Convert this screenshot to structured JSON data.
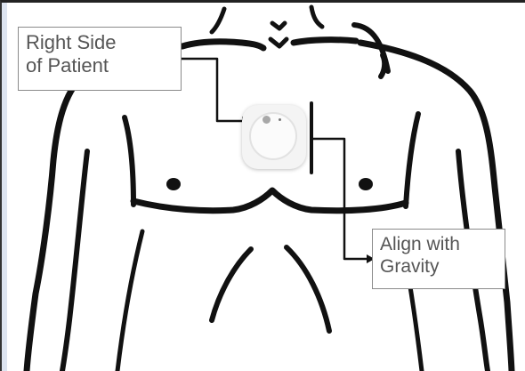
{
  "callouts": {
    "right_side": "Right Side\nof Patient",
    "align_gravity": "Align with\nGravity"
  },
  "colors": {
    "outline": "#111111",
    "callout_border": "#8a8a8a",
    "callout_text": "#555555",
    "connector": "#111111"
  },
  "icons": {
    "device": "round-patch-sensor"
  }
}
